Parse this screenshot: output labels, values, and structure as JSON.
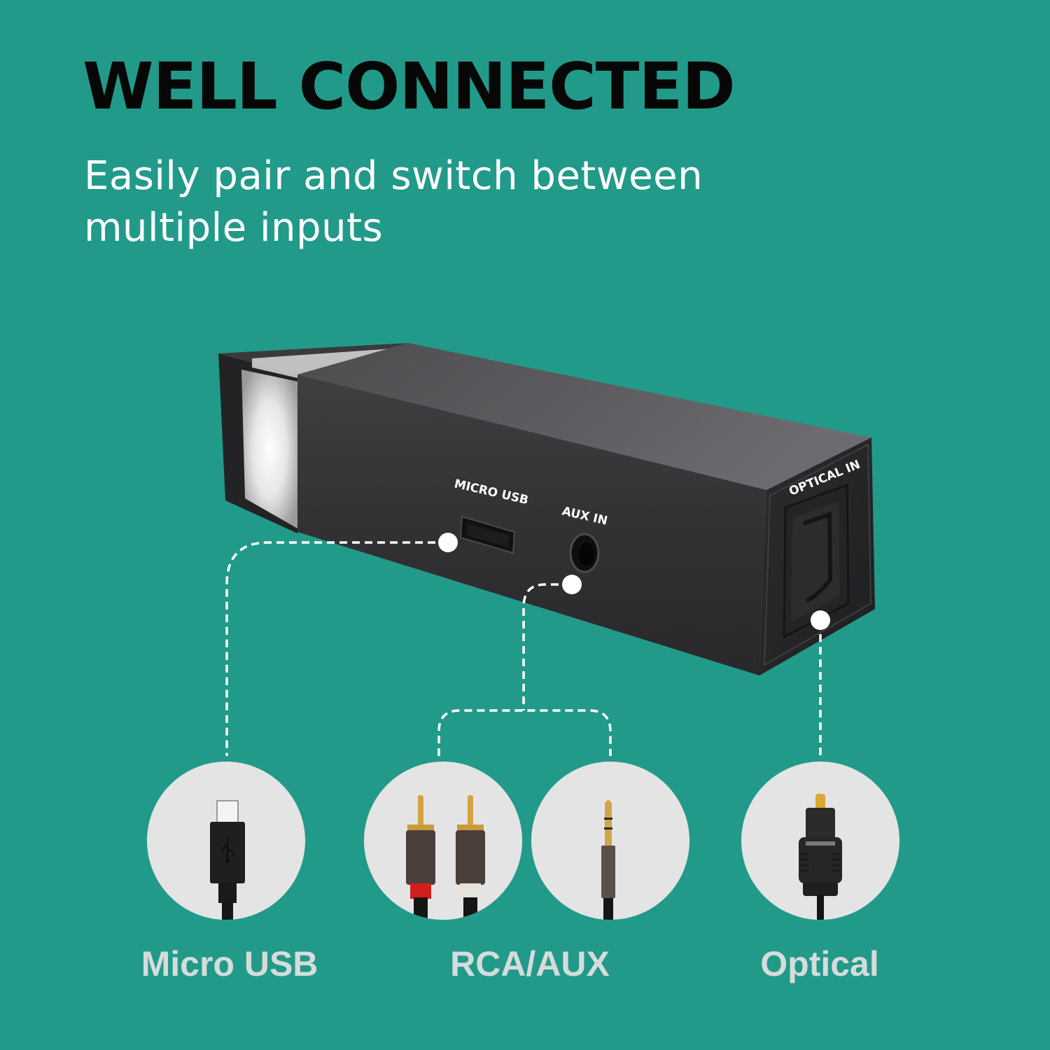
{
  "header": {
    "title": "WELL CONNECTED",
    "subtitle_line1": "Easily pair and switch between",
    "subtitle_line2": "multiple inputs"
  },
  "device": {
    "ports": [
      {
        "id": "micro-usb",
        "label": "MICRO USB",
        "icon": "micro-usb-port-icon"
      },
      {
        "id": "aux-in",
        "label": "AUX IN",
        "icon": "headphone-jack-port-icon"
      },
      {
        "id": "optical-in",
        "label": "OPTICAL IN",
        "icon": "toslink-port-icon"
      }
    ]
  },
  "connections": [
    {
      "label": "Micro USB",
      "icons": [
        "micro-usb-cable-icon"
      ]
    },
    {
      "label": "RCA/AUX",
      "icons": [
        "rca-cable-icon",
        "aux-3.5mm-cable-icon"
      ]
    },
    {
      "label": "Optical",
      "icons": [
        "optical-toslink-cable-icon"
      ]
    }
  ],
  "colors": {
    "background": "#229a8a",
    "title": "#070707",
    "subtitle": "#ffffff",
    "device_body": "#2e2e30",
    "circle_bg": "#e4e4e4",
    "cable_label": "#d6dcdb",
    "connector_line": "#ffffff"
  }
}
